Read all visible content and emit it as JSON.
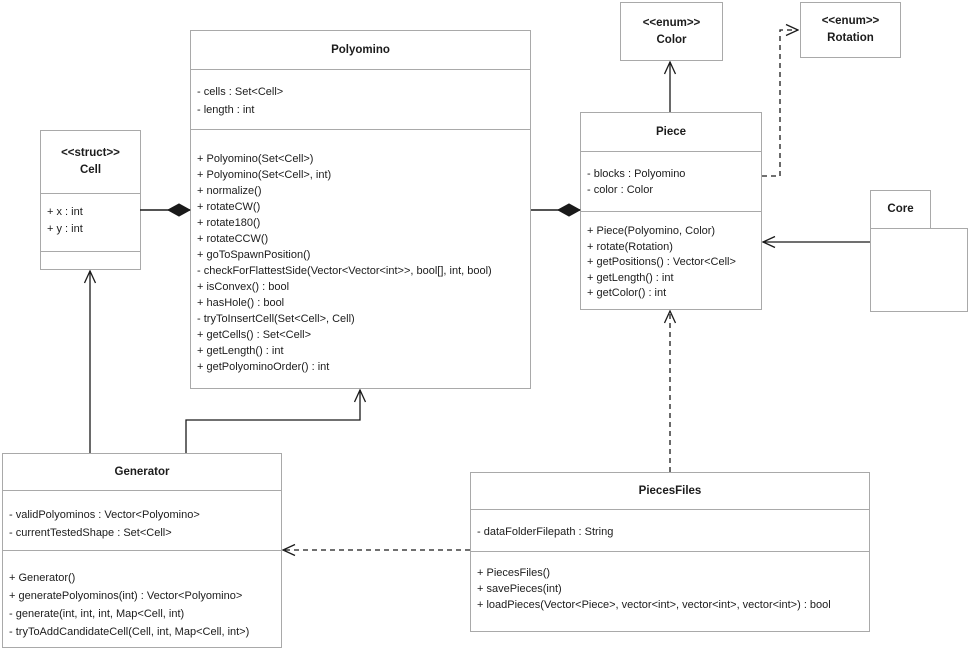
{
  "diagram_type": "uml-class-diagram",
  "colors": {
    "box_border": "#a9a9a9",
    "edge_line": "#1a1a1a",
    "background": "#ffffff",
    "text": "#1c1c1c"
  },
  "classes": {
    "polyomino": {
      "name": "Polyomino",
      "attributes": [
        "- cells : Set<Cell>",
        "- length : int"
      ],
      "methods": [
        "+ Polyomino(Set<Cell>)",
        "+ Polyomino(Set<Cell>, int)",
        "+ normalize()",
        "+ rotateCW()",
        "+ rotate180()",
        "+ rotateCCW()",
        "+ goToSpawnPosition()",
        "- checkForFlattestSide(Vector<Vector<int>>, bool[], int, bool)",
        "+ isConvex() : bool",
        "+ hasHole() : bool",
        "- tryToInsertCell(Set<Cell>, Cell)",
        "+ getCells() : Set<Cell>",
        "+ getLength() : int",
        "+ getPolyominoOrder() : int"
      ]
    },
    "cell": {
      "stereotype": "<<struct>>",
      "name": "Cell",
      "attributes": [
        "+ x : int",
        "+ y : int"
      ],
      "methods": []
    },
    "color_enum": {
      "stereotype": "<<enum>>",
      "name": "Color"
    },
    "rotation_enum": {
      "stereotype": "<<enum>>",
      "name": "Rotation"
    },
    "piece": {
      "name": "Piece",
      "attributes": [
        "- blocks : Polyomino",
        "- color : Color"
      ],
      "methods": [
        "+ Piece(Polyomino, Color)",
        "+ rotate(Rotation)",
        "+ getPositions() : Vector<Cell>",
        "+ getLength() : int",
        "+ getColor() : int"
      ]
    },
    "core": {
      "name": "Core"
    },
    "generator": {
      "name": "Generator",
      "attributes": [
        "- validPolyominos : Vector<Polyomino>",
        "- currentTestedShape : Set<Cell>"
      ],
      "methods": [
        "+ Generator()",
        "+ generatePolyominos(int) : Vector<Polyomino>",
        "- generate(int, int, int, Map<Cell, int)",
        "- tryToAddCandidateCell(Cell, int, Map<Cell, int>)"
      ]
    },
    "piecesfiles": {
      "name": "PiecesFiles",
      "attributes": [
        "- dataFolderFilepath : String"
      ],
      "methods": [
        "+ PiecesFiles()",
        "+ savePieces(int)",
        "+ loadPieces(Vector<Piece>, vector<int>, vector<int>, vector<int>) : bool"
      ]
    }
  },
  "relationships": [
    {
      "from": "Cell",
      "to": "Polyomino",
      "type": "composition"
    },
    {
      "from": "Polyomino",
      "to": "Piece",
      "type": "composition"
    },
    {
      "from": "Piece",
      "to": "Color",
      "type": "association"
    },
    {
      "from": "Piece",
      "to": "Rotation",
      "type": "dependency"
    },
    {
      "from": "Core",
      "to": "Piece",
      "type": "association"
    },
    {
      "from": "Generator",
      "to": "Cell",
      "type": "association"
    },
    {
      "from": "Generator",
      "to": "Polyomino",
      "type": "association"
    },
    {
      "from": "PiecesFiles",
      "to": "Generator",
      "type": "dependency"
    },
    {
      "from": "PiecesFiles",
      "to": "Piece",
      "type": "dependency"
    }
  ]
}
